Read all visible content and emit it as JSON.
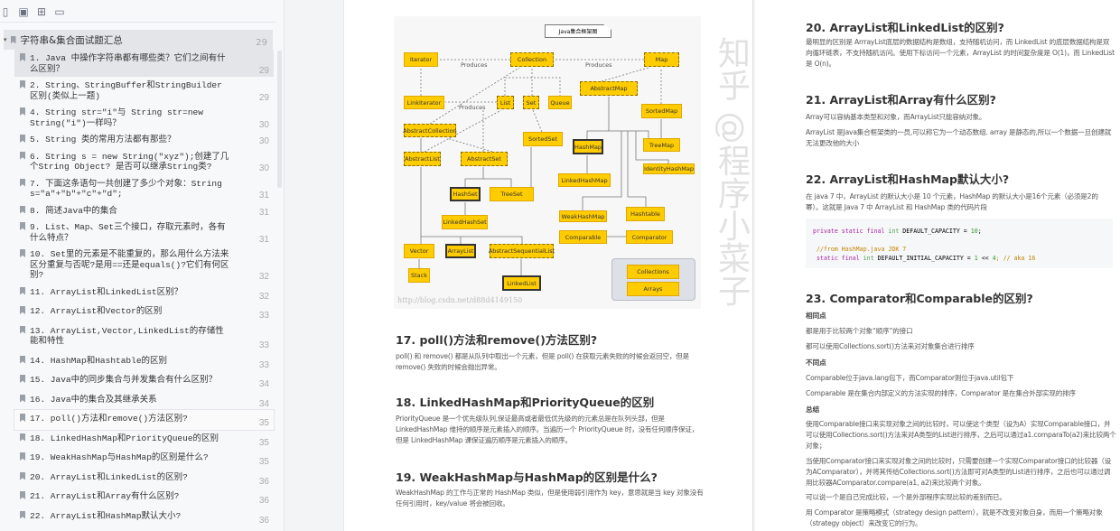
{
  "toolbar": {
    "icons": [
      "panel-icon",
      "thumbnail-icon",
      "bookmark-add-icon",
      "bookmark-icon"
    ]
  },
  "outline": {
    "root": {
      "label": "字符串&集合面试题汇总",
      "page": "29"
    },
    "items": [
      {
        "label": "1. Java 中操作字符串都有哪些类？它们之间有什么区别？",
        "page": "29"
      },
      {
        "label": "2. String、StringBuffer和StringBuilder区别(类似上一题)",
        "page": "29"
      },
      {
        "label": "4. String str=\"i\"与 String str=new String(\"i\")一样吗？",
        "page": "30"
      },
      {
        "label": "5. String 类的常用方法都有那些？",
        "page": "30"
      },
      {
        "label": "6. String s = new String(\"xyz\");创建了几个String Object? 是否可以继承String类?",
        "page": "30"
      },
      {
        "label": "7. 下面这条语句一共创建了多少个对象：String s=\"a\"+\"b\"+\"c\"+\"d\";",
        "page": "31"
      },
      {
        "label": "8. 简述Java中的集合",
        "page": "31"
      },
      {
        "label": "9. List、Map、Set三个接口，存取元素时，各有什么特点？",
        "page": "31"
      },
      {
        "label": "10. Set里的元素是不能重复的，那么用什么方法来区分重复与否呢?是用==还是equals()?它们有何区别?",
        "page": "32"
      },
      {
        "label": "11. ArrayList和LinkedList区别？",
        "page": "32"
      },
      {
        "label": "12. ArrayList和Vector的区别",
        "page": "33"
      },
      {
        "label": "13. ArrayList,Vector,LinkedList的存储性能和特性",
        "page": "33"
      },
      {
        "label": "14. HashMap和Hashtable的区别",
        "page": "33"
      },
      {
        "label": "15. Java中的同步集合与并发集合有什么区别？",
        "page": "34"
      },
      {
        "label": "16. Java中的集合及其继承关系",
        "page": "34"
      },
      {
        "label": "17. poll()方法和remove()方法区别?",
        "page": "35"
      },
      {
        "label": "18. LinkedHashMap和PriorityQueue的区别",
        "page": "35"
      },
      {
        "label": "19. WeakHashMap与HashMap的区别是什么?",
        "page": "35"
      },
      {
        "label": "20. ArrayList和LinkedList的区别?",
        "page": "36"
      },
      {
        "label": "21. ArrayList和Array有什么区别?",
        "page": "36"
      },
      {
        "label": "22. ArrayList和HashMap默认大小?",
        "page": "36"
      }
    ]
  },
  "diagram": {
    "title": "Java集合框架图",
    "produces": "Produces",
    "watermark": "http://blog.csdn.net/d88d4149150",
    "nodes": {
      "iterator": "Iterator",
      "collection": "Collection",
      "map": "Map",
      "abstractmap": "AbstractMap",
      "linkiterator": "LinkIterator",
      "list": "List",
      "set": "Set",
      "queue": "Queue",
      "sortedmap": "SortedMap",
      "abstractcollection": "AbstractCollection",
      "sortedset": "SortedSet",
      "hashmap": "HashMap",
      "treemap": "TreeMap",
      "abstractlist": "AbstractList",
      "abstractset": "AbstractSet",
      "identityhashmap": "IdentityHashMap",
      "linkedhashmap": "LinkedHashMap",
      "hashset": "HashSet",
      "treeset": "TreeSet",
      "linkedhashset": "LinkedHashSet",
      "weakhashmap": "WeakHashMap",
      "hashtable": "Hashtable",
      "comparable": "Comparable",
      "comparator": "Comparator",
      "vector": "Vector",
      "arraylist": "ArrayList",
      "abstractsequentiallist": "AbstractSequentialList",
      "stack": "Stack",
      "linkedlist": "LinkedList",
      "collections": "Collections",
      "arrays": "Arrays"
    }
  },
  "page1": {
    "q17": {
      "title": "17. poll()方法和remove()方法区别?",
      "lines": [
        "poll() 和 remove() 都是从队列中取出一个元素，但是 poll() 在获取元素失败的时候会返回空，但是",
        "remove() 失败的时候会抛出异常。"
      ]
    },
    "q18": {
      "title": "18. LinkedHashMap和PriorityQueue的区别",
      "lines": [
        "PriorityQueue 是一个优先级队列,保证最高或者最低优先级的的元素总是在队列头部，但是",
        "LinkedHashMap 维持的顺序是元素插入的顺序。当遍历一个 PriorityQueue 时，没有任何顺序保证，",
        "但是 LinkedHashMap 课保证遍历顺序是元素插入的顺序。"
      ]
    },
    "q19": {
      "title": "19. WeakHashMap与HashMap的区别是什么?",
      "lines": [
        "WeakHashMap 的工作与正常的 HashMap 类似，但是使用弱引用作为 key，意思就是当 key 对象没有",
        "任何引用时，key/value 将会被回收。"
      ]
    }
  },
  "page2": {
    "q20": {
      "title": "20. ArrayList和LinkedList的区别?",
      "lines": [
        "最明显的区别是 ArrrayList底层的数据结构是数组，支持随机访问，而 LinkedList 的底层数据结构是双",
        "向循环链表，不支持随机访问。使用下标访问一个元素，ArrayList 的时间复杂度是 O(1)，而 LinkedList",
        "是 O(n)。"
      ]
    },
    "q21": {
      "title": "21. ArrayList和Array有什么区别?",
      "p1": "Array可以容纳基本类型和对象，而ArrayList只能容纳对象。",
      "p2": [
        "ArrayList 是Java集合框架类的一员,可以称它为一个动态数组. array 是静态的,所以一个数据一旦创建就",
        "无法更改他的大小"
      ]
    },
    "q22": {
      "title": "22. ArrayList和HashMap默认大小?",
      "lines": [
        "在 java 7 中，ArrayList 的默认大小是 10 个元素，HashMap 的默认大小是16个元素（必须是2的",
        "幂）。这就是 Java 7 中 ArrayList 和 HashMap 类的代码片段"
      ],
      "code": {
        "l1": [
          "private static final",
          "int",
          "DEFAULT_CAPACITY =",
          "10",
          ";"
        ],
        "l2": "//from HashMap.java JDK 7",
        "l3": [
          "static final",
          "int",
          "DEFAULT_INITIAL_CAPACITY =",
          "1",
          "<<",
          "4",
          "; // aka 16"
        ]
      }
    },
    "q23": {
      "title": "23. Comparator和Comparable的区别?",
      "same": "相同点",
      "same_lines": [
        "都是用于比较两个对象“顺序”的接口",
        "都可以使用Collections.sort()方法来对对象集合进行排序"
      ],
      "diff": "不同点",
      "diff_lines": [
        "Comparable位于java.lang包下，而Comparator则位于java.util包下",
        "Comparable 是在集合内部定义的方法实现的排序，Comparator 是在集合外部实现的排序"
      ],
      "summary": "总结",
      "s1": [
        "使用Comparable接口来实现对象之间的比较时，可以使这个类型（设为A）实现Comparable接口，并",
        "可以使用Collections.sort()方法来对A类型的List进行排序，之后可以通过a1.comparaTo(a2)来比较两个",
        "对象；"
      ],
      "s2": [
        "当使用Comparator接口来实现对象之间的比较时，只需要创建一个实现Comparator接口的比较器（设",
        "为AComparator），并将其传给Collections.sort()方法即可对A类型的List进行排序，之后也可以通过调",
        "用比较器AComparator.compare(a1, a2)来比较两个对象。"
      ],
      "s3": "可以说一个是自己完成比较，一个是外部程序实现比较的差别而已。",
      "s4": [
        "用 Comparator 是策略模式（strategy design pattern），就是不改变对象自身，而用一个策略对象",
        "（strategy object）来改变它的行为。"
      ]
    }
  },
  "watermark": "知乎 @程序小菜子",
  "colors": {
    "node": "#ffcc00",
    "selected_row": "#e3e5e9"
  }
}
